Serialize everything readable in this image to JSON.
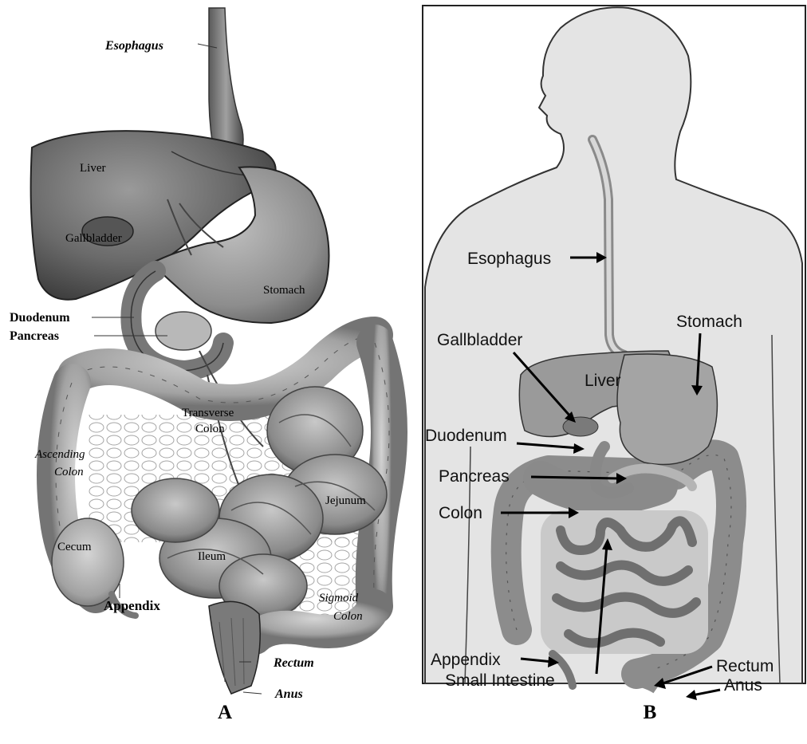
{
  "panel_a": {
    "caption": "A",
    "labels": {
      "esophagus": "Esophagus",
      "liver": "Liver",
      "gallbladder": "Gallbladder",
      "stomach": "Stomach",
      "duodenum": "Duodenum",
      "pancreas": "Pancreas",
      "transverse_colon_1": "Transverse",
      "transverse_colon_2": "Colon",
      "ascending_colon_1": "Ascending",
      "ascending_colon_2": "Colon",
      "jejunum": "Jejunum",
      "cecum": "Cecum",
      "ileum": "Ileum",
      "appendix": "Appendix",
      "sigmoid_colon_1": "Sigmoid",
      "sigmoid_colon_2": "Colon",
      "rectum": "Rectum",
      "anus": "Anus"
    }
  },
  "panel_b": {
    "caption": "B",
    "labels": {
      "esophagus": "Esophagus",
      "stomach": "Stomach",
      "gallbladder": "Gallbladder",
      "liver": "Liver",
      "duodenum": "Duodenum",
      "pancreas": "Pancreas",
      "colon": "Colon",
      "appendix": "Appendix",
      "small_intestine": "Small Intestine",
      "rectum": "Rectum",
      "anus": "Anus"
    }
  }
}
